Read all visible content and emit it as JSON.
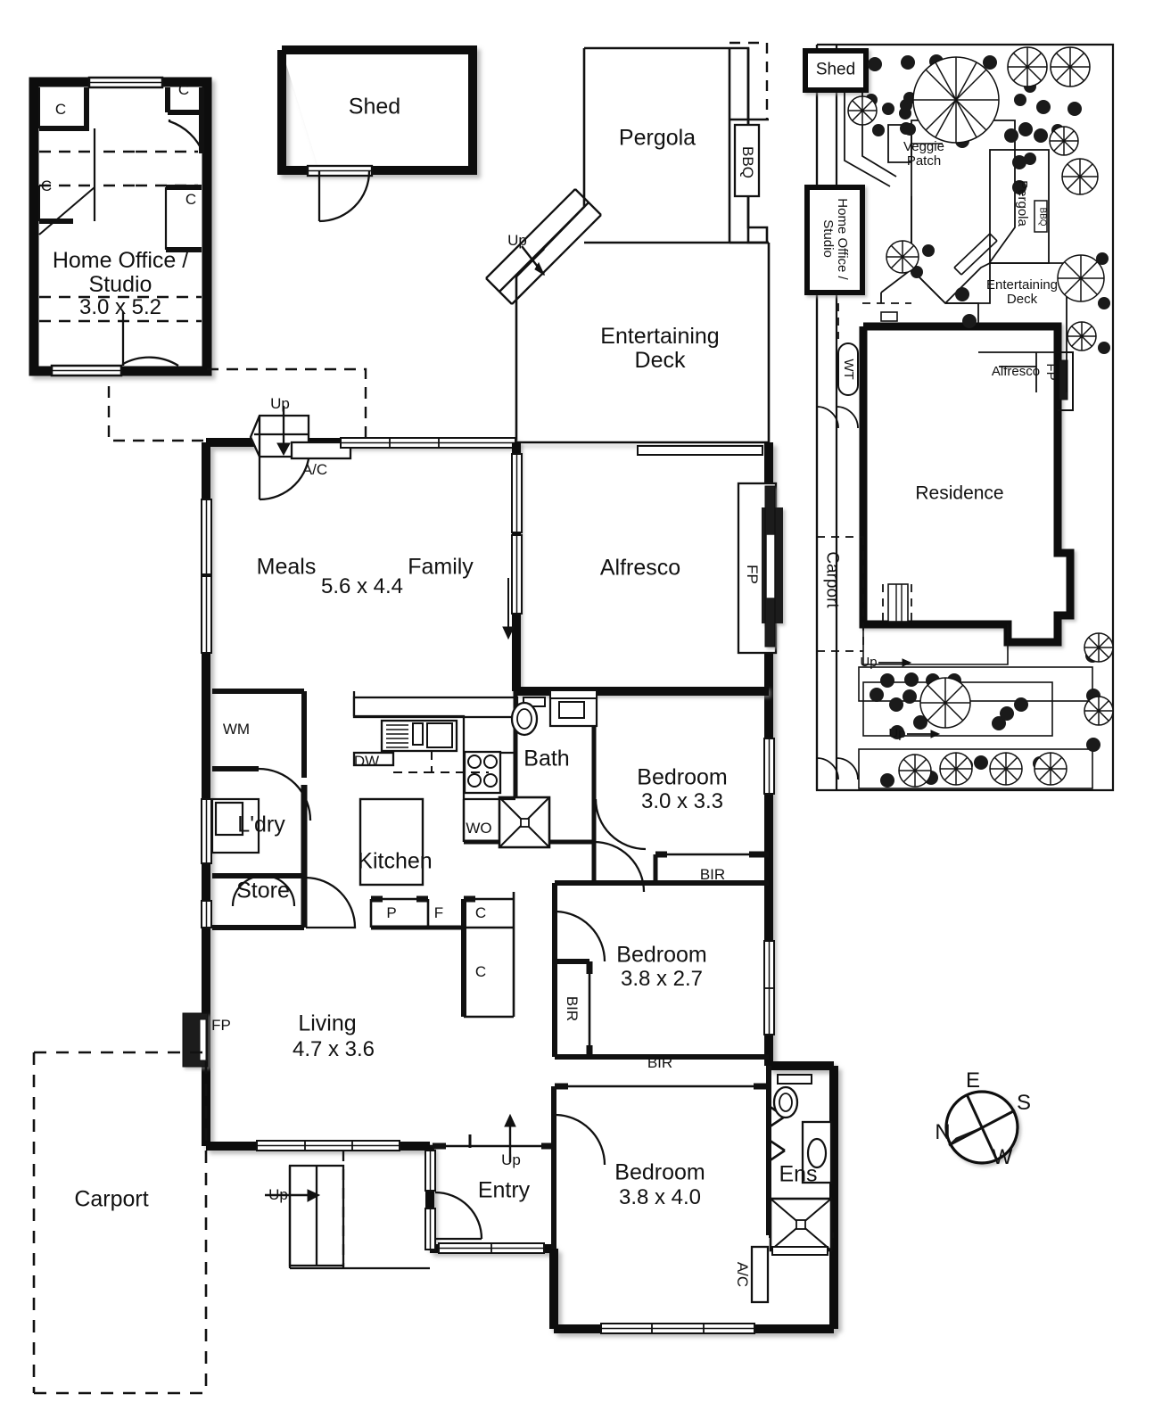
{
  "document": {
    "type": "real-estate-floor-plan",
    "background": "#ffffff",
    "ink": "#111111"
  },
  "compass": {
    "name": "compass-rose",
    "north": "N",
    "east": "E",
    "south": "S",
    "west": "W",
    "orientation_note": "E at top, S at right, W at bottom, N at left"
  },
  "detached_studio": {
    "title": "Home Office /\nStudio",
    "dimensions": "3.0 x 5.2",
    "cupboards": [
      "C",
      "C",
      "C",
      "C"
    ]
  },
  "outbuildings": {
    "shed_label": "Shed",
    "pergola_label": "Pergola",
    "bbq_label": "BBQ",
    "entertaining_deck_label": "Entertaining\nDeck",
    "up_stairs_label": "Up"
  },
  "main_residence": {
    "meals": {
      "label": "Meals",
      "dimensions": "5.6 x 4.4"
    },
    "family": {
      "label": "Family"
    },
    "alfresco": {
      "label": "Alfresco",
      "fireplace": "FP"
    },
    "kitchen": {
      "label": "Kitchen",
      "dishwasher": "DW",
      "wall_oven": "WO"
    },
    "laundry": {
      "label": "L'dry",
      "washing_machine": "WM",
      "store": "Store"
    },
    "bath": {
      "label": "Bath"
    },
    "ensuite": {
      "label": "Ens"
    },
    "living": {
      "label": "Living",
      "dimensions": "4.7 x 3.6",
      "fireplace": "FP"
    },
    "entry": {
      "label": "Entry",
      "up_label": "Up"
    },
    "carport": {
      "label": "Carport"
    },
    "aircon_upper": "A/C",
    "aircon_lower": "A/C",
    "up_upper": "Up",
    "up_entry_stairs": "Up",
    "bedrooms": [
      {
        "label": "Bedroom",
        "dimensions": "3.0 x 3.3",
        "robe": "BIR"
      },
      {
        "label": "Bedroom",
        "dimensions": "3.8 x 2.7",
        "robe_side": "BIR",
        "robe_bottom": "BIR"
      },
      {
        "label": "Bedroom",
        "dimensions": "3.8 x 4.0"
      }
    ],
    "cupboards": {
      "pantry": "P",
      "fridge": "F",
      "cupboard_upper": "C",
      "cupboard_lower": "C"
    }
  },
  "site_plan": {
    "shed": "Shed",
    "home_office_studio": "Home Office /\nStudio",
    "veggie_patch": "Veggie\nPatch",
    "pergola": "Pergola",
    "bbq": "BBQ",
    "entertaining_deck": "Entertaining\nDeck",
    "alfresco": "Alfresco",
    "fireplace": "FP",
    "residence": "Residence",
    "carport": "Carport",
    "water_tank": "WT",
    "up_labels": [
      "Up",
      "Up"
    ]
  }
}
